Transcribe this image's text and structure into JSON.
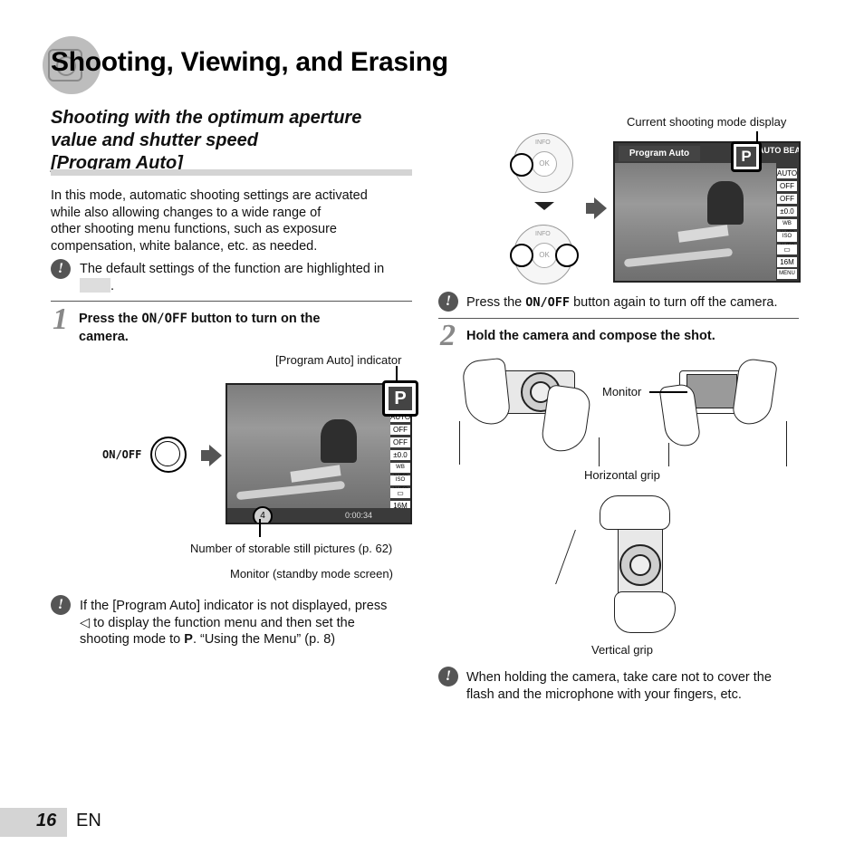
{
  "header": {
    "title": "Shooting, Viewing, and Erasing"
  },
  "section": {
    "title": "Shooting with the optimum aperture value and shutter speed [Program Auto]",
    "title_lines": [
      "Shooting with the optimum aperture",
      "value and shutter speed",
      "[Program Auto]"
    ],
    "intro_lines": [
      "In this mode, automatic shooting settings are activated",
      "while also allowing changes to a wide range of",
      "other shooting menu functions, such as exposure",
      "compensation, white balance, etc. as needed."
    ],
    "note_default": "The default settings of the function are highlighted in",
    "note_default_end": "."
  },
  "step1": {
    "number": "1",
    "text_pre": "Press the ",
    "key": "ON/OFF",
    "text_post": " button to turn on the",
    "text_line2": "camera.",
    "button_label": "ON/OFF",
    "callout_indicator": "[Program Auto] indicator",
    "callout_storable": "Number of storable still pictures (p. 62)",
    "callout_monitor": "Monitor (standby mode screen)",
    "screen": {
      "mode_letter": "P",
      "side_icons": [
        "AUTO",
        "OFF",
        "OFF",
        "±0.0",
        "WB AUTO",
        "ISO AUTO",
        "▭",
        "16M"
      ],
      "count": "4",
      "time": "0:00:34"
    }
  },
  "note_indicator": {
    "line1": "If the [Program Auto] indicator is not displayed, press",
    "line2_post": " to display the function menu and then set the",
    "line3_pre": "shooting mode to ",
    "mode": "P",
    "line3_post": ". “Using the Menu” (p. 8)",
    "left_glyph": "◁"
  },
  "right_top": {
    "callout_current_mode": "Current shooting mode display",
    "dial_top_label": "INFO",
    "dial_center_label": "OK",
    "screen": {
      "mode_name": "Program Auto",
      "mode_letter": "P",
      "top_icons": [
        "AUTO",
        "BEA"
      ],
      "side_icons": [
        "AUTO",
        "OFF",
        "OFF",
        "±0.0",
        "WB AUTO",
        "ISO AUTO",
        "▭",
        "16M",
        "MENU"
      ]
    },
    "note_off_pre": "Press the ",
    "note_off_key": "ON/OFF",
    "note_off_post": " button again to turn off the camera."
  },
  "step2": {
    "number": "2",
    "text": "Hold the camera and compose the shot.",
    "label_monitor": "Monitor",
    "label_horizontal": "Horizontal grip",
    "label_vertical": "Vertical grip",
    "note_lines": [
      "When holding the camera, take care not to cover the",
      "flash and the microphone with your fingers, etc."
    ]
  },
  "footer": {
    "page_number": "16",
    "language": "EN"
  }
}
